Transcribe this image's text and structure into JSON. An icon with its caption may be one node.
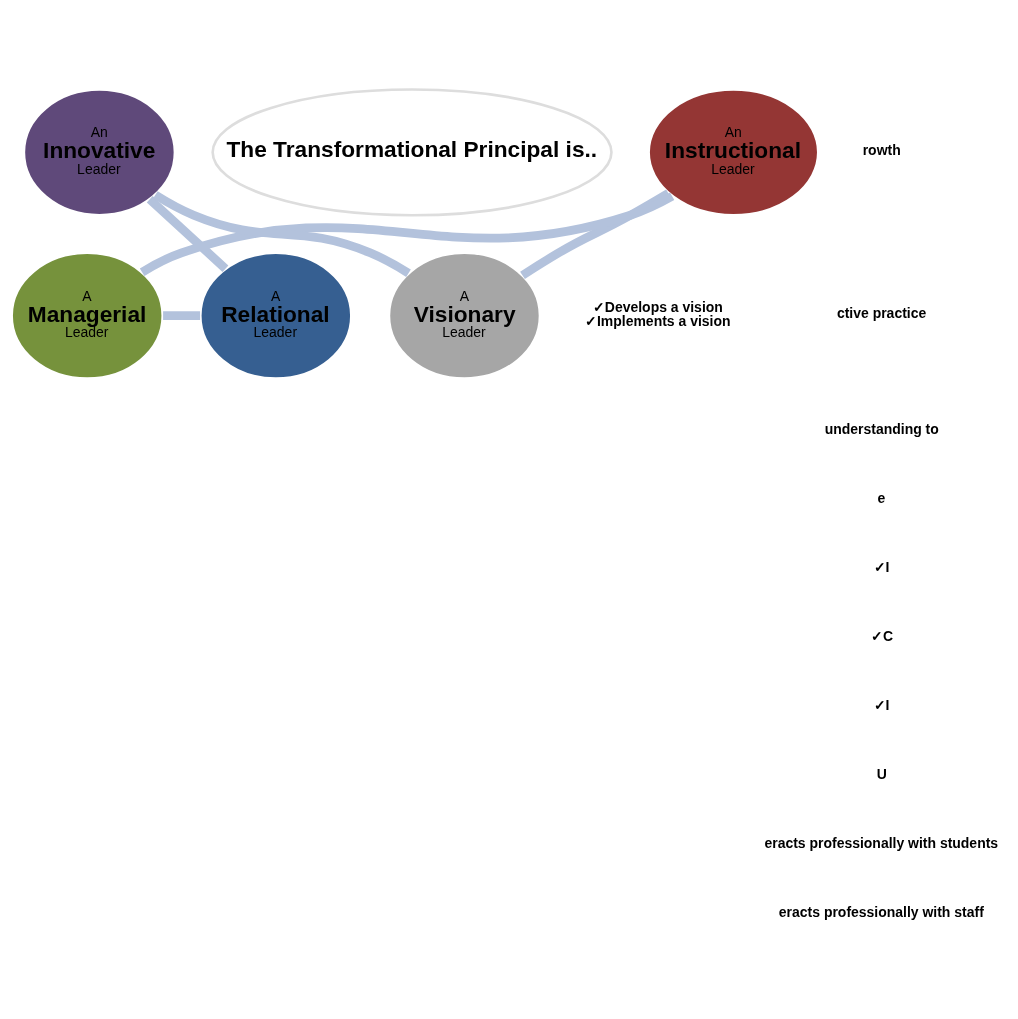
{
  "diagram": {
    "nodes": [
      {
        "text": [
          "The Transformational Principal is.."
        ]
      },
      {
        "text": [
          "A",
          "Visionary",
          "Leader"
        ],
        "beside": [
          "✓Develops a vision",
          "✓Implements a vision"
        ]
      },
      {
        "text": [
          "An",
          "Instructional",
          "Leader"
        ]
      },
      {
        "text": [
          "A",
          "Managerial",
          "Leader"
        ]
      },
      {
        "text": [
          "A",
          "Relational",
          "Leader"
        ]
      },
      {
        "text": [
          "An",
          "Innovative",
          "Leader"
        ]
      }
    ],
    "edges": [
      {
        "from": 1,
        "to": 2,
        "arrow": "none"
      },
      {
        "from": 2,
        "to": 3,
        "arrow": "none"
      },
      {
        "from": 3,
        "to": 4,
        "arrow": "none"
      },
      {
        "from": 4,
        "to": 5,
        "arrow": "none"
      },
      {
        "from": 5,
        "to": 1,
        "arrow": "none"
      }
    ],
    "labels": [
      "rowth",
      "ctive practice",
      "understanding to",
      "e",
      "✓I",
      "✓C",
      "✓I",
      "U",
      "eracts professionally with students",
      "eracts professionally with staff"
    ]
  }
}
